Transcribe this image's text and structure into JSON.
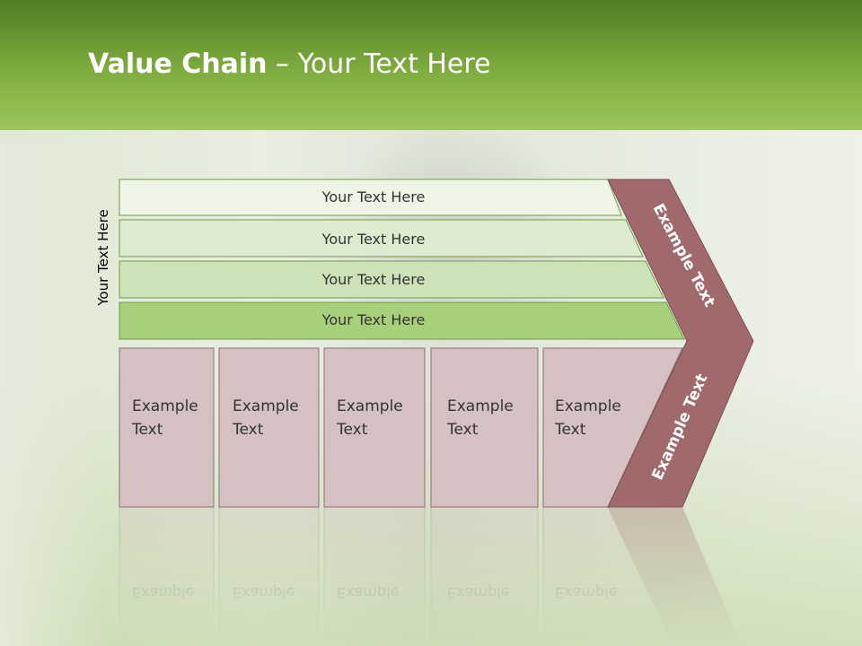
{
  "slide": {
    "title_bold": "Value Chain",
    "title_rest": " – Your Text Here",
    "vertical_label": "Your Text Here",
    "rows": [
      {
        "label": "Your Text Here"
      },
      {
        "label": "Your Text Here"
      },
      {
        "label": "Your Text Here"
      },
      {
        "label": "Your Text Here"
      }
    ],
    "cells": [
      {
        "line1": "Example",
        "line2": "Text"
      },
      {
        "line1": "Example",
        "line2": "Text"
      },
      {
        "line1": "Example",
        "line2": "Text"
      },
      {
        "line1": "Example",
        "line2": "Text"
      },
      {
        "line1": "Example",
        "line2": "Text"
      }
    ],
    "arrow_upper_label": "Example Text",
    "arrow_lower_label": "Example Text"
  },
  "colors": {
    "header_top": "#4f7d22",
    "header_bottom": "#9ec45e",
    "row_fills": [
      "#eef5e6",
      "#ddecd0",
      "#cce3b8",
      "#a8d07a"
    ],
    "row_stroke": "#6f9a4a",
    "cell_fill": "#d6c1c2",
    "cell_stroke": "#8c6e70",
    "chevron_fill": "#a06a6c"
  }
}
